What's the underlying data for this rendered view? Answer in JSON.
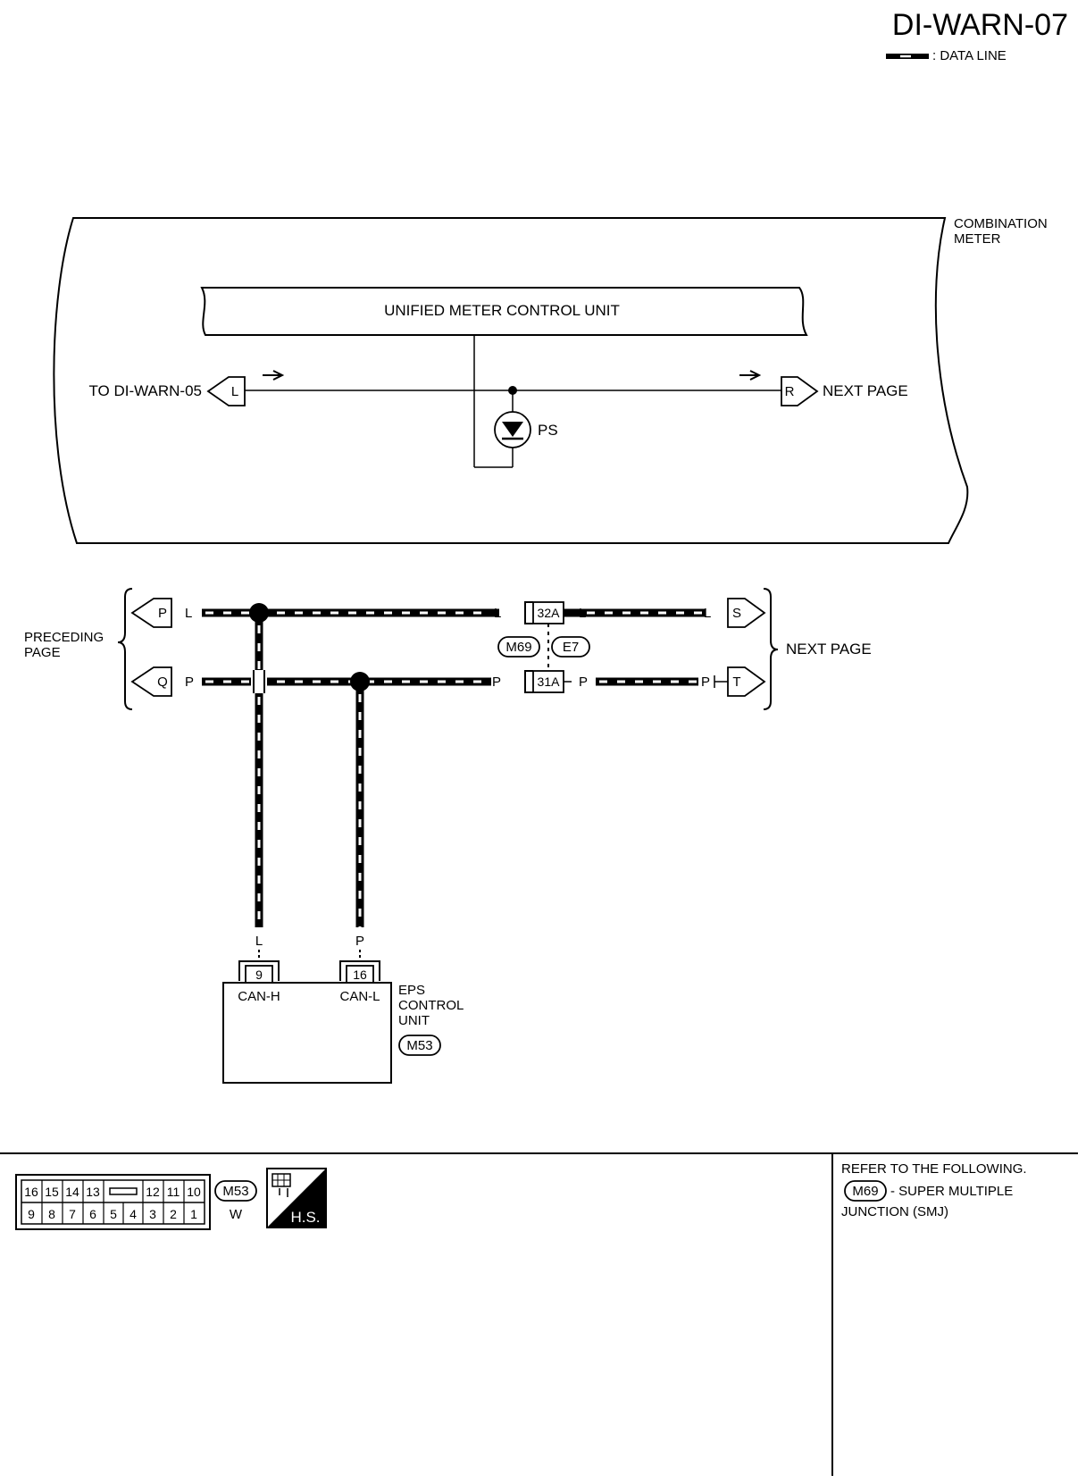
{
  "header": {
    "page_id": "DI-WARN-07",
    "legend_label": ": DATA LINE"
  },
  "combination_meter": {
    "label_line1": "COMBINATION",
    "label_line2": "METER",
    "unit_label": "UNIFIED METER CONTROL UNIT",
    "left_connector_text": "TO DI-WARN-05",
    "left_connector_letter": "L",
    "right_connector_letter": "R",
    "right_connector_text": "NEXT PAGE",
    "switch_label": "PS"
  },
  "can_bus": {
    "preceding_line1": "PRECEDING",
    "preceding_line2": "PAGE",
    "next_page": "NEXT PAGE",
    "top": {
      "left_letter": "P",
      "right_letter": "S",
      "wire_color": "L",
      "connector_pin": "32A"
    },
    "bottom": {
      "left_letter": "Q",
      "right_letter": "T",
      "wire_color": "P",
      "connector_pin": "31A"
    },
    "junction_left": "M69",
    "junction_right": "E7"
  },
  "eps": {
    "label_line1": "EPS",
    "label_line2": "CONTROL",
    "label_line3": "UNIT",
    "connector": "M53",
    "pin_h": "9",
    "pin_l": "16",
    "can_h": "CAN-H",
    "can_l": "CAN-L",
    "wire_h_color": "L",
    "wire_l_color": "P"
  },
  "connector_face": {
    "top_pins": [
      "16",
      "15",
      "14",
      "13",
      "12",
      "11",
      "10"
    ],
    "bottom_pins": [
      "9",
      "8",
      "7",
      "6",
      "5",
      "4",
      "3",
      "2",
      "1"
    ],
    "id": "M53",
    "color": "W",
    "hs_label": "H.S."
  },
  "refer": {
    "line1": "REFER TO THE FOLLOWING.",
    "connector": "M69",
    "line2": "- SUPER MULTIPLE",
    "line3": "JUNCTION (SMJ)"
  }
}
